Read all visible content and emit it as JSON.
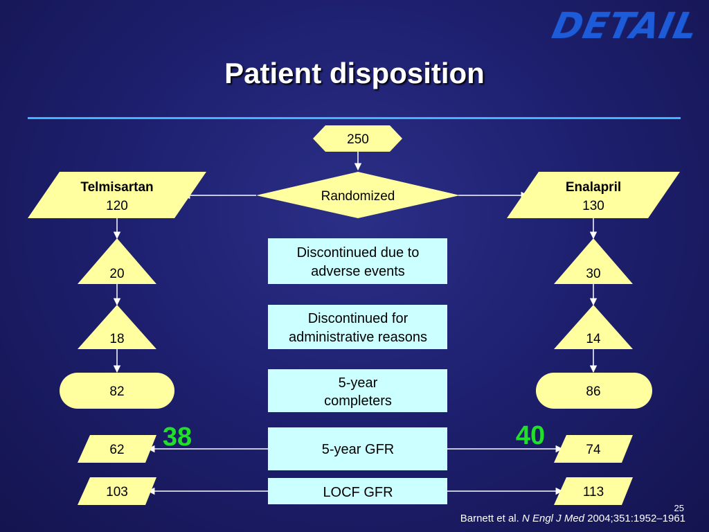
{
  "logo": "DETAIL",
  "title": "Patient disposition",
  "nodes": {
    "total": "250",
    "randomized": "Randomized",
    "telmisartan": {
      "name": "Telmisartan",
      "n": "120"
    },
    "enalapril": {
      "name": "Enalapril",
      "n": "130"
    },
    "tel_ae": "20",
    "enal_ae": "30",
    "tel_admin": "18",
    "enal_admin": "14",
    "tel_completers": "82",
    "enal_completers": "86",
    "tel_gfr": "62",
    "enal_gfr": "74",
    "tel_locf": "103",
    "enal_locf": "113"
  },
  "labels": {
    "ae_line1": "Discontinued due to",
    "ae_line2": "adverse events",
    "admin_line1": "Discontinued for",
    "admin_line2": "administrative reasons",
    "completers_line1": "5-year",
    "completers_line2": "completers",
    "gfr": "5-year GFR",
    "locf": "LOCF GFR"
  },
  "highlights": {
    "telmisartan": "38",
    "enalapril": "40"
  },
  "citation": {
    "authors": "Barnett et al.",
    "journal": "N Engl J Med",
    "ref": "2004;351:1952–1961"
  },
  "page_number": "25",
  "colors": {
    "shape_fill": "#ffffa0",
    "label_box_fill": "#ccffff",
    "highlight": "#22e02a",
    "rule": "#3fb4ff",
    "logo": "#1e5bd8"
  }
}
